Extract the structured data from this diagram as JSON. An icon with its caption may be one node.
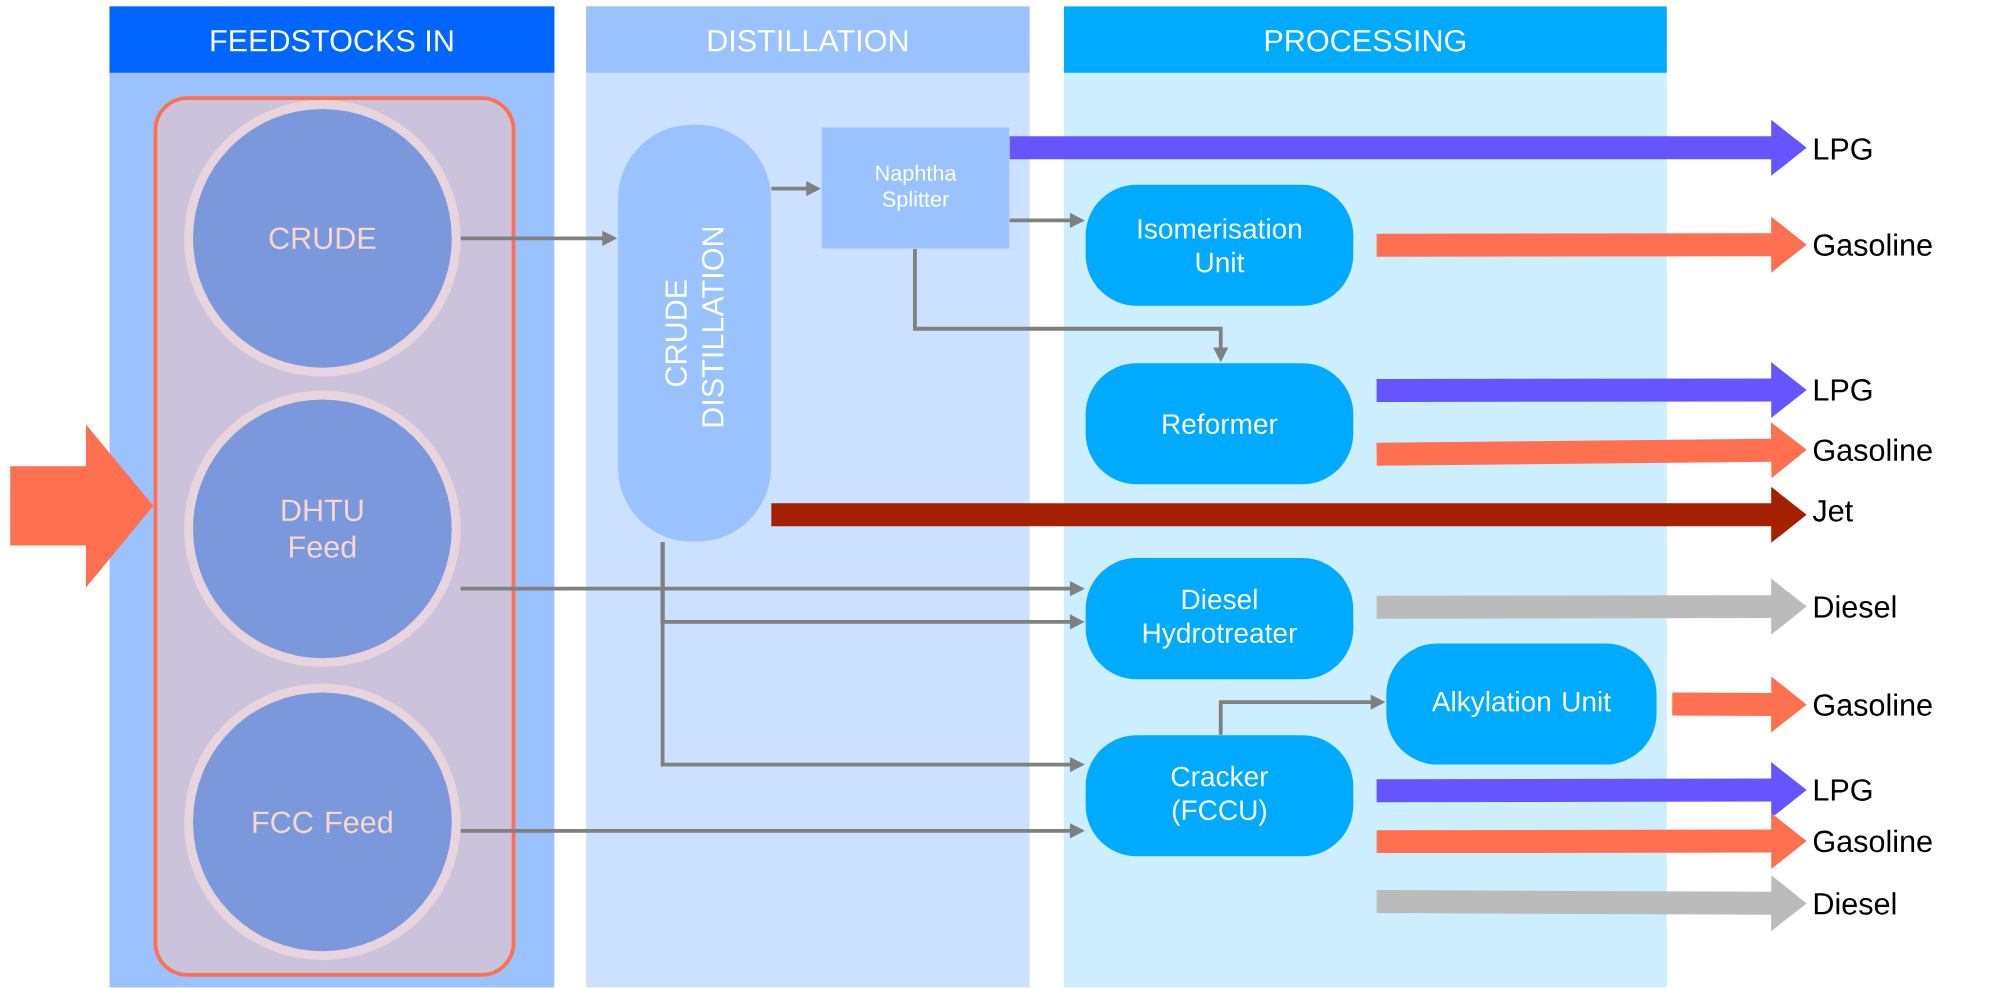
{
  "diagram": {
    "nodes": [
      {
        "text": [
          "FEEDSTOCKS IN"
        ]
      },
      {
        "text": [],
        "shape": "box",
        "in": 0
      },
      {
        "text": [
          "CRUDE"
        ],
        "in": 1
      },
      {
        "text": [
          "DHTU Feed"
        ],
        "in": 1
      },
      {
        "text": [
          "FCC Feed"
        ],
        "in": 1
      },
      {
        "text": [
          "DISTILLATION"
        ]
      },
      {
        "text": [
          "CRUDE DISTILLATION"
        ],
        "in": 5
      },
      {
        "text": [
          "Naphtha Splitter"
        ],
        "in": 5
      },
      {
        "text": [
          "PROCESSING"
        ]
      },
      {
        "text": [
          "Isomerisation Unit"
        ],
        "in": 8
      },
      {
        "text": [
          "Reformer"
        ],
        "in": 8
      },
      {
        "text": [
          "Diesel Hydrotreater"
        ],
        "in": 8
      },
      {
        "text": [
          "Alkylation Unit"
        ],
        "in": 8
      },
      {
        "text": [
          "Cracker (FCCU)"
        ],
        "in": 8
      },
      {
        "text": [
          "LPG"
        ]
      },
      {
        "text": [
          "Gasoline"
        ]
      },
      {
        "text": [
          "LPG"
        ]
      },
      {
        "text": [
          "Gasoline"
        ]
      },
      {
        "text": [
          "Jet"
        ]
      },
      {
        "text": [
          "Diesel"
        ]
      },
      {
        "text": [
          "Gasoline"
        ]
      },
      {
        "text": [
          "LPG"
        ]
      },
      {
        "text": [
          "Gasoline"
        ]
      },
      {
        "text": [
          "Diesel"
        ]
      }
    ],
    "edges": [
      {
        "from": null,
        "to": 1,
        "arrow": "to",
        "style": "thick",
        "color": "#ff7050"
      },
      {
        "from": 2,
        "to": 6,
        "arrow": "to"
      },
      {
        "from": 6,
        "to": 7,
        "arrow": "to"
      },
      {
        "from": 7,
        "to": 9,
        "arrow": "to"
      },
      {
        "from": 7,
        "to": 10,
        "arrow": "to"
      },
      {
        "from": 7,
        "to": 14,
        "arrow": "to",
        "color": "#6655ff"
      },
      {
        "from": 9,
        "to": 15,
        "arrow": "to",
        "color": "#ff7050"
      },
      {
        "from": 10,
        "to": 16,
        "arrow": "to",
        "color": "#6655ff"
      },
      {
        "from": 10,
        "to": 17,
        "arrow": "to",
        "color": "#ff7050"
      },
      {
        "from": 6,
        "to": 18,
        "arrow": "to",
        "color": "#a52000"
      },
      {
        "from": 3,
        "to": 11,
        "arrow": "to"
      },
      {
        "from": 6,
        "to": 11,
        "arrow": "to"
      },
      {
        "from": 6,
        "to": 13,
        "arrow": "to"
      },
      {
        "from": 13,
        "to": 12,
        "arrow": "to"
      },
      {
        "from": 12,
        "to": 20,
        "arrow": "to",
        "color": "#ff7050"
      },
      {
        "from": 13,
        "to": 21,
        "arrow": "to",
        "color": "#6655ff"
      },
      {
        "from": 13,
        "to": 22,
        "arrow": "to",
        "color": "#ff7050"
      },
      {
        "from": 13,
        "to": 23,
        "arrow": "to",
        "color": "#bbbbbb"
      },
      {
        "from": 4,
        "to": 13,
        "arrow": "to"
      },
      {
        "from": 11,
        "to": 19,
        "arrow": "to",
        "color": "#bbbbbb"
      }
    ]
  }
}
